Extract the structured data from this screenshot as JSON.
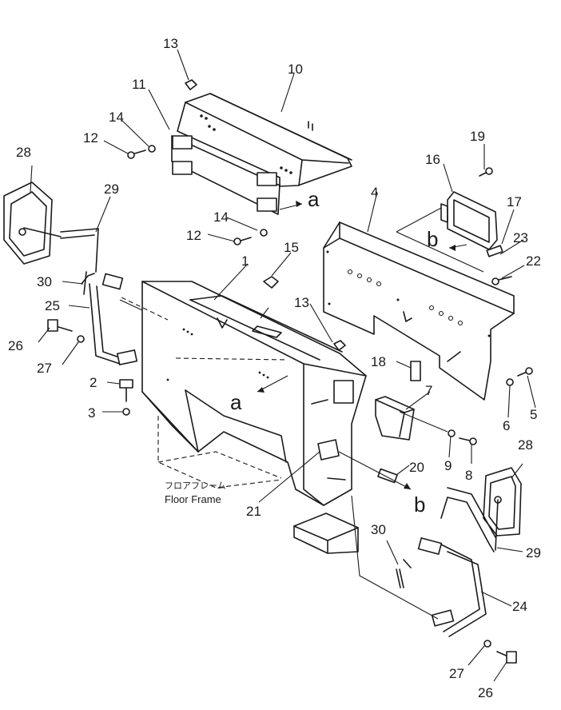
{
  "callouts": {
    "c1": "1",
    "c2": "2",
    "c3": "3",
    "c4": "4",
    "c5": "5",
    "c6": "6",
    "c7": "7",
    "c8": "8",
    "c9": "9",
    "c10": "10",
    "c11": "11",
    "c12a": "12",
    "c12b": "12",
    "c13a": "13",
    "c13b": "13",
    "c14a": "14",
    "c14b": "14",
    "c15": "15",
    "c16": "16",
    "c17": "17",
    "c18": "18",
    "c19": "19",
    "c20": "20",
    "c21": "21",
    "c22": "22",
    "c23": "23",
    "c24": "24",
    "c25": "25",
    "c26a": "26",
    "c26b": "26",
    "c27a": "27",
    "c27b": "27",
    "c28a": "28",
    "c28b": "28",
    "c29a": "29",
    "c29b": "29",
    "c30a": "30",
    "c30b": "30"
  },
  "letters": {
    "a1": "a",
    "a2": "a",
    "b1": "b",
    "b2": "b"
  },
  "floor_frame": {
    "jp": "フロアフレーム",
    "en": "Floor Frame"
  }
}
